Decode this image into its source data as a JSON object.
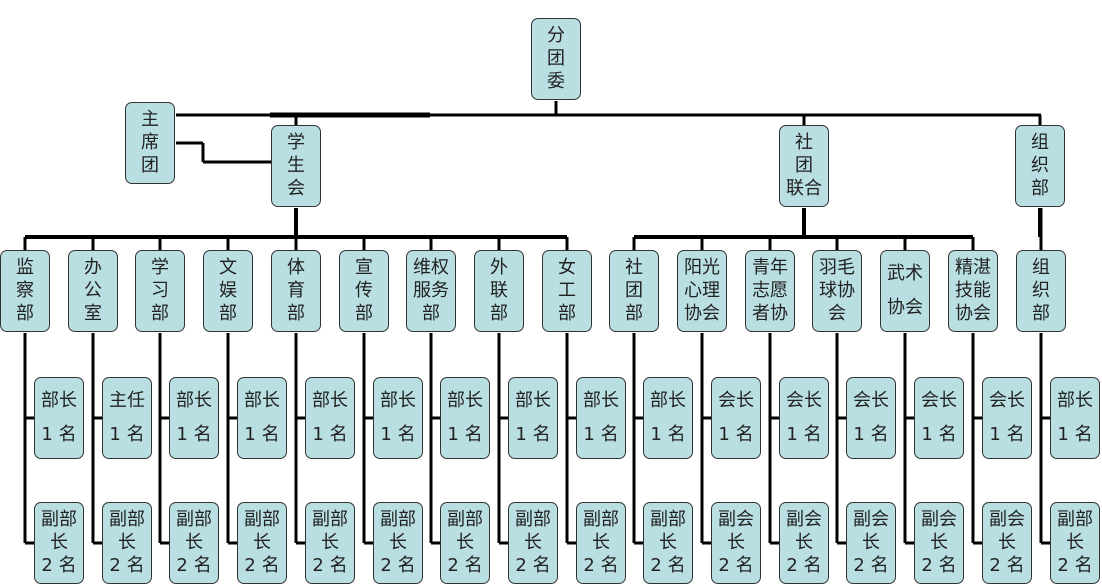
{
  "root": {
    "lines": [
      "分",
      "团",
      "委"
    ]
  },
  "presidium": {
    "lines": [
      "主",
      "席",
      "团"
    ]
  },
  "units": [
    {
      "name": {
        "lines": [
          "学",
          "生",
          "会"
        ]
      },
      "departments": [
        {
          "lines": [
            "监",
            "察",
            "部"
          ],
          "head": [
            "部长",
            "1 名"
          ],
          "deputy": [
            "副部",
            "长",
            "2 名"
          ]
        },
        {
          "lines": [
            "办",
            "公",
            "室"
          ],
          "head": [
            "主任",
            "1 名"
          ],
          "deputy": [
            "副部",
            "长",
            "2 名"
          ]
        },
        {
          "lines": [
            "学",
            "习",
            "部"
          ],
          "head": [
            "部长",
            "1 名"
          ],
          "deputy": [
            "副部",
            "长",
            "2 名"
          ]
        },
        {
          "lines": [
            "文",
            "娱",
            "部"
          ],
          "head": [
            "部长",
            "1 名"
          ],
          "deputy": [
            "副部",
            "长",
            "2 名"
          ]
        },
        {
          "lines": [
            "体",
            "育",
            "部"
          ],
          "head": [
            "部长",
            "1 名"
          ],
          "deputy": [
            "副部",
            "长",
            "2 名"
          ]
        },
        {
          "lines": [
            "宣",
            "传",
            "部"
          ],
          "head": [
            "部长",
            "1 名"
          ],
          "deputy": [
            "副部",
            "长",
            "2 名"
          ]
        },
        {
          "lines": [
            "维权",
            "服务",
            "部"
          ],
          "head": [
            "部长",
            "1 名"
          ],
          "deputy": [
            "副部",
            "长",
            "2 名"
          ]
        },
        {
          "lines": [
            "外",
            "联",
            "部"
          ],
          "head": [
            "部长",
            "1 名"
          ],
          "deputy": [
            "副部",
            "长",
            "2 名"
          ]
        },
        {
          "lines": [
            "女",
            "工",
            "部"
          ],
          "head": [
            "部长",
            "1 名"
          ],
          "deputy": [
            "副部",
            "长",
            "2 名"
          ]
        }
      ]
    },
    {
      "name": {
        "lines": [
          "社",
          "团",
          "联合"
        ]
      },
      "departments": [
        {
          "lines": [
            "社",
            "团",
            "部"
          ],
          "head": [
            "部长",
            "1 名"
          ],
          "deputy": [
            "副部",
            "长",
            "2 名"
          ]
        },
        {
          "lines": [
            "阳光",
            "心理",
            "协会"
          ],
          "head": [
            "会长",
            "1 名"
          ],
          "deputy": [
            "副会",
            "长",
            "2 名"
          ]
        },
        {
          "lines": [
            "青年",
            "志愿",
            "者协"
          ],
          "head": [
            "会长",
            "1 名"
          ],
          "deputy": [
            "副会",
            "长",
            "2 名"
          ]
        },
        {
          "lines": [
            "羽毛",
            "球协",
            "会"
          ],
          "head": [
            "会长",
            "1 名"
          ],
          "deputy": [
            "副会",
            "长",
            "2 名"
          ]
        },
        {
          "lines": [
            "武术",
            "协会"
          ],
          "head": [
            "会长",
            "1 名"
          ],
          "deputy": [
            "副会",
            "长",
            "2 名"
          ]
        },
        {
          "lines": [
            "精湛",
            "技能",
            "协会"
          ],
          "head": [
            "会长",
            "1 名"
          ],
          "deputy": [
            "副会",
            "长",
            "2 名"
          ]
        }
      ]
    },
    {
      "name": {
        "lines": [
          "组",
          "织",
          "部"
        ]
      },
      "departments": [
        {
          "lines": [
            "组",
            "织",
            "部"
          ],
          "head": [
            "部长",
            "1 名"
          ],
          "deputy": [
            "副部",
            "长",
            "2 名"
          ]
        }
      ]
    }
  ],
  "colors": {
    "box": "#b9dfe3",
    "line": "#000000"
  }
}
